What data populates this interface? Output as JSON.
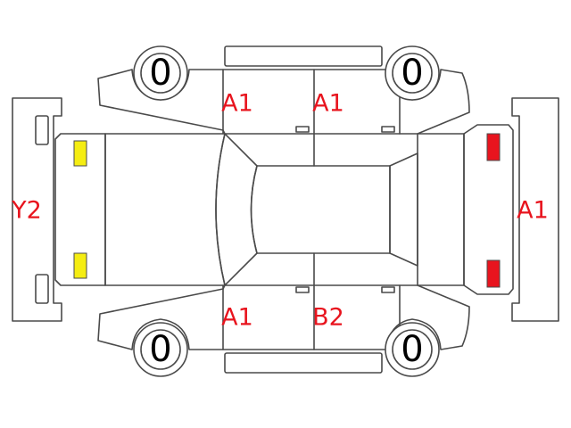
{
  "colors": {
    "outline": "#4a4a4a",
    "code_text": "#e8141e",
    "lamp_front": "#f5ed12",
    "lamp_rear": "#e8141e"
  },
  "tyres": {
    "front_left": "0",
    "rear_left": "0",
    "front_right": "0",
    "rear_right": "0"
  },
  "codes": {
    "top_front_door": "A1",
    "top_rear_door": "A1",
    "bottom_front_door": "A1",
    "bottom_rear_door": "B2",
    "front_bumper": "Y2",
    "rear_bumper": "A1"
  }
}
